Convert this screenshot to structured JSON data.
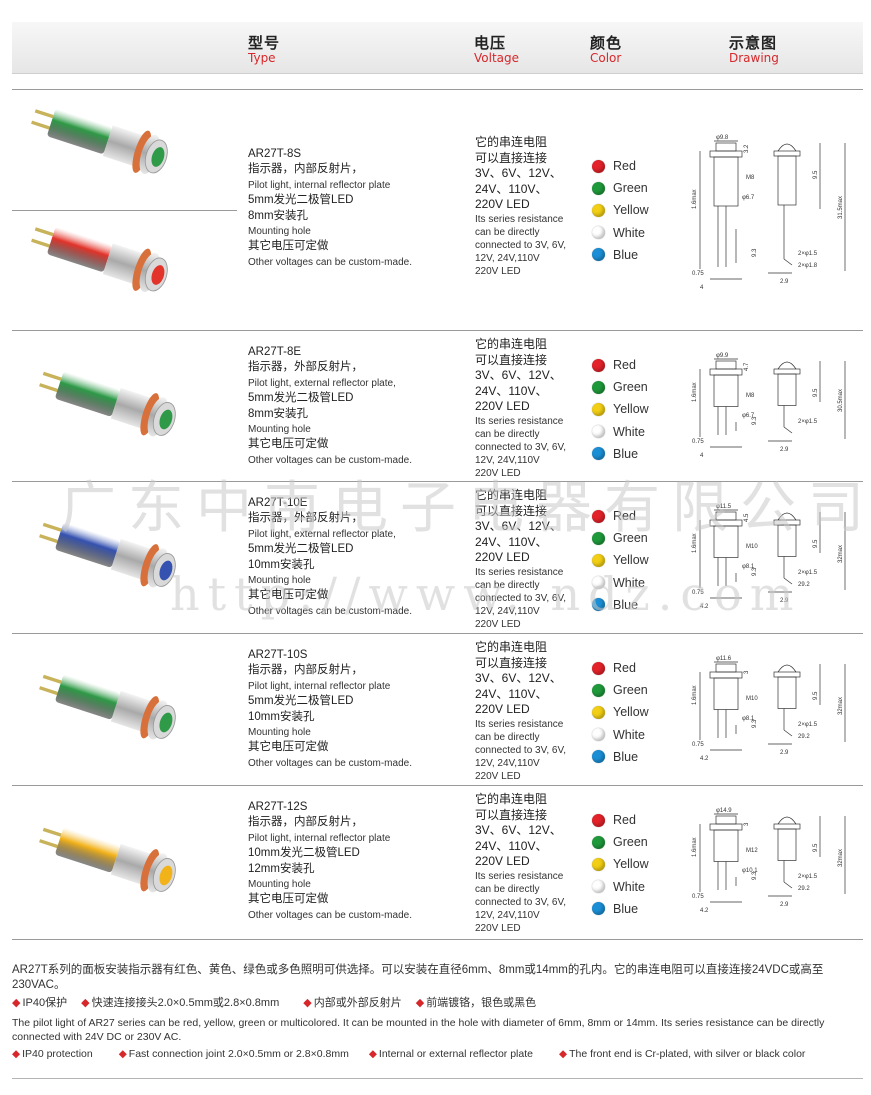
{
  "header": {
    "type_zh": "型号",
    "type_en": "Type",
    "voltage_zh": "电压",
    "voltage_en": "Voltage",
    "color_zh": "颜色",
    "color_en": "Color",
    "drawing_zh": "示意图",
    "drawing_en": "Drawing"
  },
  "voltage_text": {
    "l1": "它的串连电阻",
    "l2": "可以直接连接",
    "l3": "3V、6V、12V、",
    "l4": "24V、110V、",
    "l5": "220V LED",
    "e1": "Its series resistance",
    "e2": "can be directly",
    "e3": "connected to 3V, 6V,",
    "e4": "12V, 24V,110V",
    "e5": "220V  LED"
  },
  "colors": [
    {
      "name": "Red",
      "hex": "#e3222a"
    },
    {
      "name": "Green",
      "hex": "#1f9a3b"
    },
    {
      "name": "Yellow",
      "hex": "#f2cf14"
    },
    {
      "name": "White",
      "hex": "#ffffff"
    },
    {
      "name": "Blue",
      "hex": "#1b8fd6"
    }
  ],
  "products": [
    {
      "model": "AR27T-8S",
      "desc_zh1": "指示器，内部反射片，",
      "desc_en1": "Pilot light, internal reflector plate",
      "desc_zh2": "5mm发光二极管LED",
      "desc_zh3": "8mm安装孔",
      "desc_en2": "Mounting hole",
      "desc_zh4": "其它电压可定做",
      "desc_en3": "Other voltages can be custom-made.",
      "dims": {
        "a": "φ9.8",
        "b": "3.2",
        "c": "M8",
        "d": "φ6.7",
        "e": "1.6max",
        "f": "9.5",
        "g": "31.5max",
        "h": "9.3",
        "i": "2×φ1.5",
        "j": "0.75",
        "k": "2.9",
        "l": "2×φ1.8",
        "m": "4"
      }
    },
    {
      "model": "AR27T-8E",
      "desc_zh1": "指示器，外部反射片，",
      "desc_en1": "Pilot light, external reflector plate,",
      "desc_zh2": "5mm发光二极管LED",
      "desc_zh3": "8mm安装孔",
      "desc_en2": "Mounting hole",
      "desc_zh4": "其它电压可定做",
      "desc_en3": "Other voltages can be custom-made.",
      "dims": {
        "a": "φ9.9",
        "b": "4.7",
        "c": "M8",
        "d": "φ6.7",
        "e": "1.6max",
        "f": "9.5",
        "g": "30.5max",
        "h": "9.3",
        "i": "2×φ1.5",
        "j": "0.75",
        "k": "2.9",
        "l": "",
        "m": "4"
      }
    },
    {
      "model": "AR27T-10E",
      "desc_zh1": "指示器，外部反射片，",
      "desc_en1": "Pilot light, external reflector plate,",
      "desc_zh2": "5mm发光二极管LED",
      "desc_zh3": "10mm安装孔",
      "desc_en2": "Mounting hole",
      "desc_zh4": "其它电压可定做",
      "desc_en3": "Other voltages can be custom-made.",
      "dims": {
        "a": "φ11.5",
        "b": "4.5",
        "c": "M10",
        "d": "φ8.1",
        "e": "1.6max",
        "f": "9.5",
        "g": "32max",
        "h": "9.3",
        "i": "2×φ1.5",
        "j": "0.75",
        "k": "2.9",
        "l": "29.2",
        "m": "4.2"
      }
    },
    {
      "model": "AR27T-10S",
      "desc_zh1": "指示器，内部反射片，",
      "desc_en1": "Pilot light, internal reflector plate",
      "desc_zh2": "5mm发光二极管LED",
      "desc_zh3": "10mm安装孔",
      "desc_en2": "Mounting hole",
      "desc_zh4": "其它电压可定做",
      "desc_en3": "Other voltages can be custom-made.",
      "dims": {
        "a": "φ11.6",
        "b": "3",
        "c": "M10",
        "d": "φ8.1",
        "e": "1.6max",
        "f": "9.5",
        "g": "32max",
        "h": "9.3",
        "i": "2×φ1.5",
        "j": "0.75",
        "k": "2.9",
        "l": "29.2",
        "m": "4.2"
      }
    },
    {
      "model": "AR27T-12S",
      "desc_zh1": "指示器，内部反射片，",
      "desc_en1": "Pilot light, internal reflector plate",
      "desc_zh2": "10mm发光二极管LED",
      "desc_zh3": "12mm安装孔",
      "desc_en2": "Mounting hole",
      "desc_zh4": "其它电压可定做",
      "desc_en3": "Other voltages can be custom-made.",
      "dims": {
        "a": "φ14.9",
        "b": "3",
        "c": "M12",
        "d": "φ10.1",
        "e": "1.6max",
        "f": "9.5",
        "g": "32max",
        "h": "9.3",
        "i": "2×φ1.5",
        "j": "0.75",
        "k": "2.9",
        "l": "29.2",
        "m": "4.2"
      }
    }
  ],
  "footer": {
    "zh_para": "AR27T系列的面板安装指示器有红色、黄色、绿色或多色照明可供选择。可以安装在直径6mm、8mm或14mm的孔内。它的串连电阻可以直接连接24VDC或高至230VAC。",
    "zh_f1": "IP40保护",
    "zh_f2": "快速连接接头2.0×0.5mm或2.8×0.8mm",
    "zh_f3": "内部或外部反射片",
    "zh_f4": "前端镀铬，银色或黑色",
    "en_para": "The pilot light of AR27 series can be red, yellow, green or multicolored. It can be mounted in the hole with diameter of 6mm, 8mm or 14mm. Its series resistance can be directly connected with 24V DC or 230V AC.",
    "en_f1": "IP40 protection",
    "en_f2": "Fast connection joint 2.0×0.5mm or 2.8×0.8mm",
    "en_f3": "Internal or external reflector plate",
    "en_f4": "The front end is Cr-plated, with silver or black color",
    "bullet": "◆"
  },
  "watermark": {
    "line1": "广东中南电子电器有限公司",
    "line2": "http://www.  ndz.com"
  }
}
